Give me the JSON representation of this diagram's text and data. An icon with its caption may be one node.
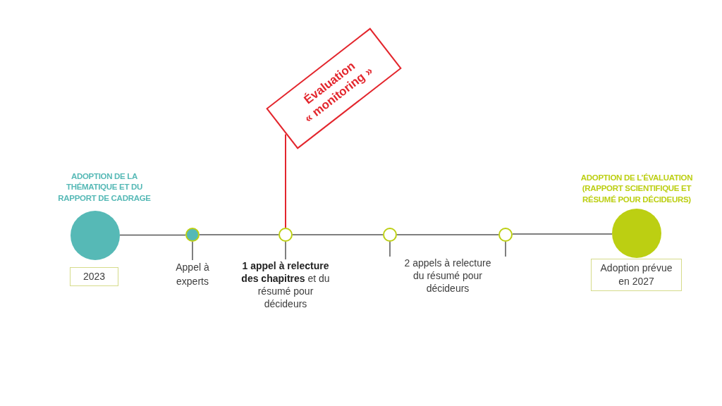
{
  "diagram": {
    "nodes": [
      {
        "text": [
          "ADOPTION DE LA THÉMATIQUE ET DU RAPPORT DE CADRAGE"
        ]
      },
      {
        "text": [
          "2023"
        ]
      },
      {
        "text": [],
        "shape": "circle"
      },
      {
        "text": [
          "Appel à experts"
        ]
      },
      {
        "text": [],
        "shape": "circle"
      },
      {
        "text": [
          "**1 appel à relecture des chapitres** et du résumé pour décideurs"
        ]
      },
      {
        "text": [
          "Évaluation « monitoring »"
        ]
      },
      {
        "text": [],
        "shape": "circle"
      },
      {
        "text": [],
        "shape": "circle"
      },
      {
        "text": [
          "2 appels à relecture du résumé pour décideurs"
        ]
      },
      {
        "text": [
          "ADOPTION DE L’ÉVALUATION (RAPPORT SCIENTIFIQUE ET RÉSUMÉ POUR DÉCIDEURS)"
        ]
      },
      {
        "text": [
          "Adoption prévue en 2027"
        ]
      }
    ],
    "edges": [
      {
        "from": 0,
        "to": 2,
        "arrow": "none"
      },
      {
        "from": 2,
        "to": 4,
        "arrow": "none"
      },
      {
        "from": 4,
        "to": 7,
        "arrow": "none"
      },
      {
        "from": 7,
        "to": 8,
        "arrow": "none"
      },
      {
        "from": 8,
        "to": 10,
        "arrow": "none"
      },
      {
        "from": 2,
        "to": 3,
        "arrow": "none"
      },
      {
        "from": 4,
        "to": 5,
        "arrow": "none"
      },
      {
        "from": 7,
        "to": 9,
        "arrow": "none"
      },
      {
        "from": 8,
        "to": 9,
        "arrow": "none"
      },
      {
        "from": 6,
        "to": 4,
        "arrow": "none",
        "color": "#e3262d"
      }
    ]
  }
}
